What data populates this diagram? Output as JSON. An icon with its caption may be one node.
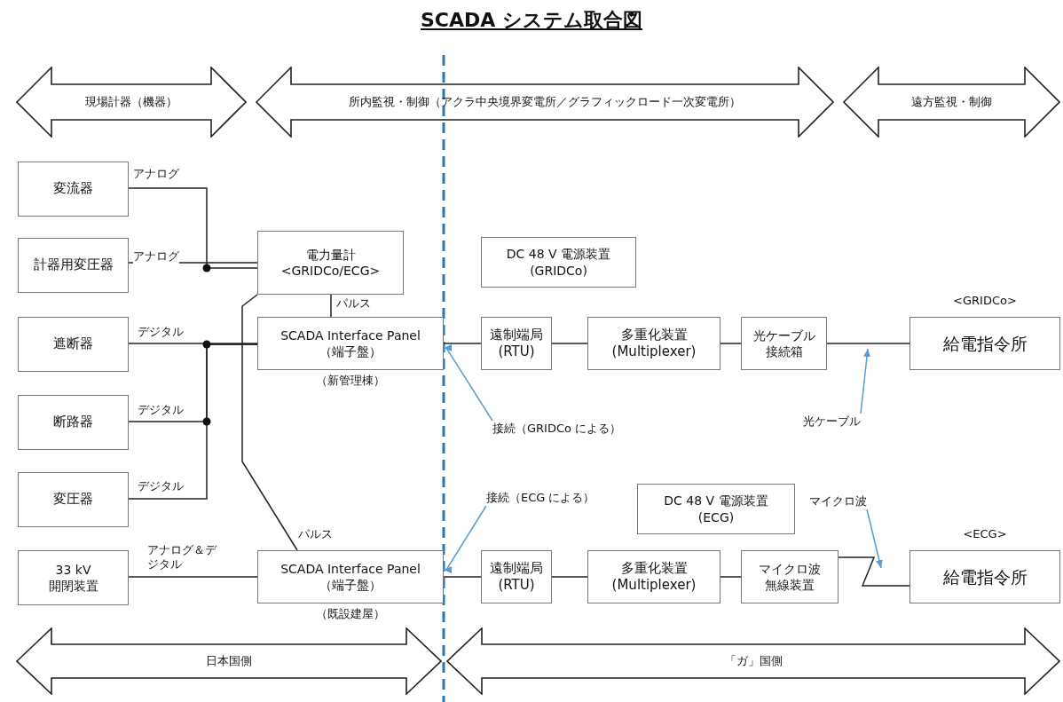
{
  "diagram": {
    "title": "SCADA システム取合図",
    "nodes": [
      {
        "text": [
          "現場計器（機器）"
        ]
      },
      {
        "text": [
          "所内監視・制御（アクラ中央境界変電所／グラフィックロード一次変電所）"
        ]
      },
      {
        "text": [
          "遠方監視・制御"
        ]
      },
      {
        "text": [
          "変流器"
        ]
      },
      {
        "text": [
          "計器用変圧器"
        ]
      },
      {
        "text": [
          "遮断器"
        ]
      },
      {
        "text": [
          "断路器"
        ]
      },
      {
        "text": [
          "変圧器"
        ]
      },
      {
        "text": [
          "33 kV 開閉装置"
        ]
      },
      {
        "text": [
          "電力量計 <GRIDCo/ECG>"
        ]
      },
      {
        "text": [
          "SCADA Interface Panel （端子盤）"
        ],
        "beside": [
          "（新管理棟）"
        ]
      },
      {
        "text": [
          "SCADA Interface Panel （端子盤）"
        ],
        "beside": [
          "（既設建屋）"
        ]
      },
      {
        "text": [
          "DC 48 V 電源装置 (GRIDCo)"
        ]
      },
      {
        "text": [
          "遠制端局 (RTU)"
        ]
      },
      {
        "text": [
          "多重化装置 (Multiplexer)"
        ]
      },
      {
        "text": [
          "光ケーブル接続箱"
        ]
      },
      {
        "text": [
          "給電指令所"
        ],
        "beside": [
          "<GRIDCo>"
        ]
      },
      {
        "text": [
          "DC 48 V 電源装置 (ECG)"
        ]
      },
      {
        "text": [
          "遠制端局 (RTU)"
        ]
      },
      {
        "text": [
          "多重化装置 (Multiplexer)"
        ]
      },
      {
        "text": [
          "マイクロ波無線装置"
        ]
      },
      {
        "text": [
          "給電指令所"
        ],
        "beside": [
          "<ECG>"
        ]
      },
      {
        "text": [
          "接続（GRIDCo による）"
        ]
      },
      {
        "text": [
          "光ケーブル"
        ]
      },
      {
        "text": [
          "接続（ECG による）"
        ]
      },
      {
        "text": [
          "マイクロ波"
        ]
      },
      {
        "text": [
          "日本国側"
        ]
      },
      {
        "text": [
          "「ガ」国側"
        ]
      }
    ],
    "edges": [
      {
        "from": 3,
        "to": 9,
        "arrow": "none",
        "label": "アナログ"
      },
      {
        "from": 4,
        "to": 9,
        "arrow": "none",
        "label": "アナログ"
      },
      {
        "from": 5,
        "to": 10,
        "arrow": "none",
        "label": "デジタル"
      },
      {
        "from": 6,
        "to": 10,
        "arrow": "none",
        "label": "デジタル"
      },
      {
        "from": 7,
        "to": 10,
        "arrow": "none",
        "label": "デジタル"
      },
      {
        "from": 9,
        "to": 10,
        "arrow": "none",
        "label": "パルス"
      },
      {
        "from": 9,
        "to": 11,
        "arrow": "none",
        "label": "パルス"
      },
      {
        "from": 8,
        "to": 11,
        "arrow": "none",
        "label": "アナログ＆デジタル"
      },
      {
        "from": 10,
        "to": 13,
        "arrow": "none"
      },
      {
        "from": 13,
        "to": 14,
        "arrow": "none"
      },
      {
        "from": 14,
        "to": 15,
        "arrow": "none"
      },
      {
        "from": 15,
        "to": 16,
        "arrow": "none"
      },
      {
        "from": 11,
        "to": 18,
        "arrow": "none"
      },
      {
        "from": 18,
        "to": 19,
        "arrow": "none"
      },
      {
        "from": 19,
        "to": 20,
        "arrow": "none"
      },
      {
        "from": 20,
        "to": 21,
        "arrow": "none"
      },
      {
        "from": 22,
        "to": 10,
        "arrow": "to",
        "color": "#5b9bd5"
      },
      {
        "from": 23,
        "to": null,
        "arrow": "to",
        "color": "#5b9bd5"
      },
      {
        "from": 24,
        "to": 11,
        "arrow": "to",
        "color": "#5b9bd5"
      },
      {
        "from": 25,
        "to": null,
        "arrow": "to",
        "color": "#5b9bd5"
      }
    ]
  }
}
